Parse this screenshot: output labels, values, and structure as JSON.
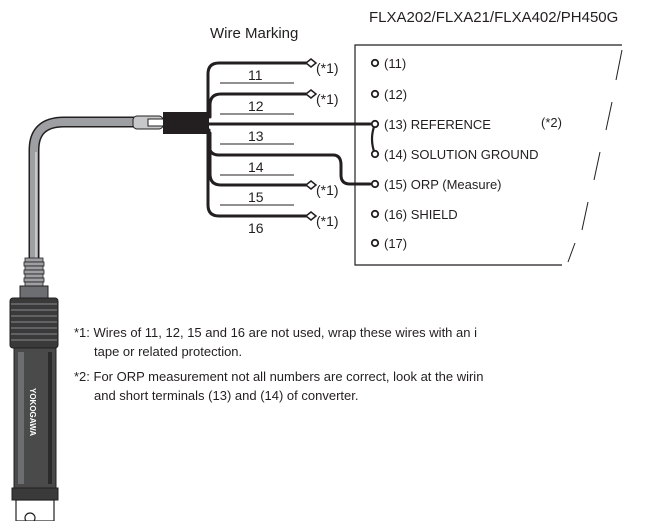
{
  "header": {
    "wire_marking": "Wire Marking",
    "converter_models": "FLXA202/FLXA21/FLXA402/PH450G"
  },
  "wires": [
    {
      "number": "11",
      "note": "(*1)"
    },
    {
      "number": "12",
      "note": "(*1)"
    },
    {
      "number": "13",
      "note": ""
    },
    {
      "number": "14",
      "note": ""
    },
    {
      "number": "15",
      "note": "(*1)"
    },
    {
      "number": "16",
      "note": "(*1)"
    }
  ],
  "terminals": [
    {
      "label": "(11)"
    },
    {
      "label": "(12)"
    },
    {
      "label": "(13) REFERENCE",
      "note": "(*2)"
    },
    {
      "label": "(14) SOLUTION GROUND"
    },
    {
      "label": "(15) ORP (Measure)"
    },
    {
      "label": "(16) SHIELD"
    },
    {
      "label": "(17)"
    }
  ],
  "notes": [
    {
      "line1": "*1: Wires of 11, 12, 15 and 16 are not used, wrap these wires with an i",
      "line2": "tape or related protection."
    },
    {
      "line1": "*2: For ORP measurement not all numbers are correct, look at the wirin",
      "line2": "and short terminals (13) and (14) of converter."
    }
  ],
  "sensor": {
    "brand": "YOKOGAWA"
  },
  "colors": {
    "ink": "#231f20",
    "cable": "#9d9fa2",
    "sensor_body": "#4a4a4a"
  }
}
